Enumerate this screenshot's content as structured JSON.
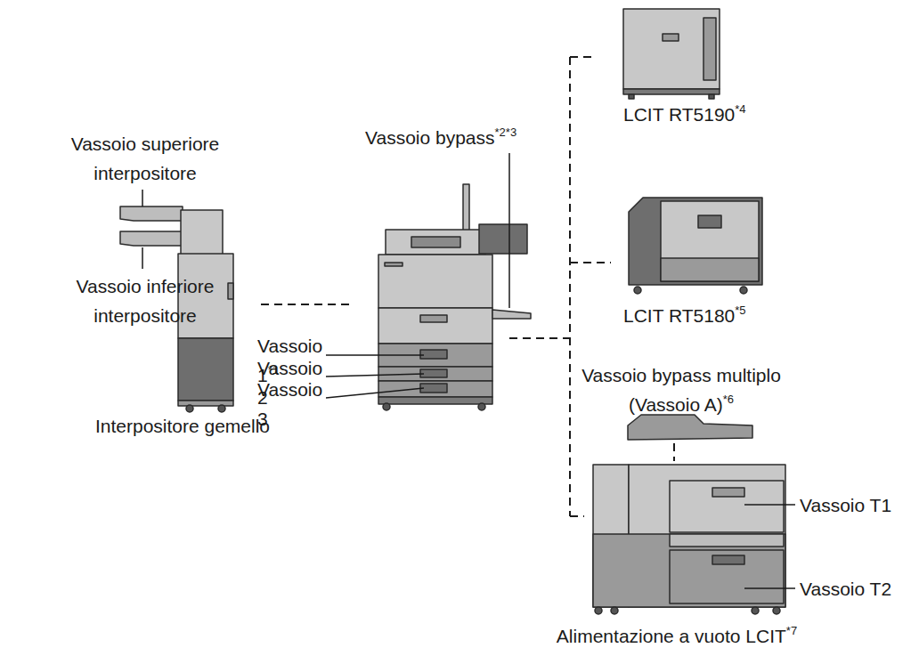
{
  "diagram": {
    "labels": [
      "Vassoio superiore interpositore",
      "Vassoio inferiore interpositore",
      "Interpositore gemello",
      "Vassoio bypass",
      "*2*3",
      "Vassoio 1",
      "*1",
      "Vassoio 2",
      "Vassoio 3",
      "LCIT RT5190",
      "*4",
      "LCIT RT5180",
      "*5",
      "Vassoio bypass multiplo (Vassoio A)",
      "*6",
      "Vassoio T1",
      "Vassoio T2",
      "Alimentazione a vuoto LCIT",
      "*7"
    ]
  }
}
